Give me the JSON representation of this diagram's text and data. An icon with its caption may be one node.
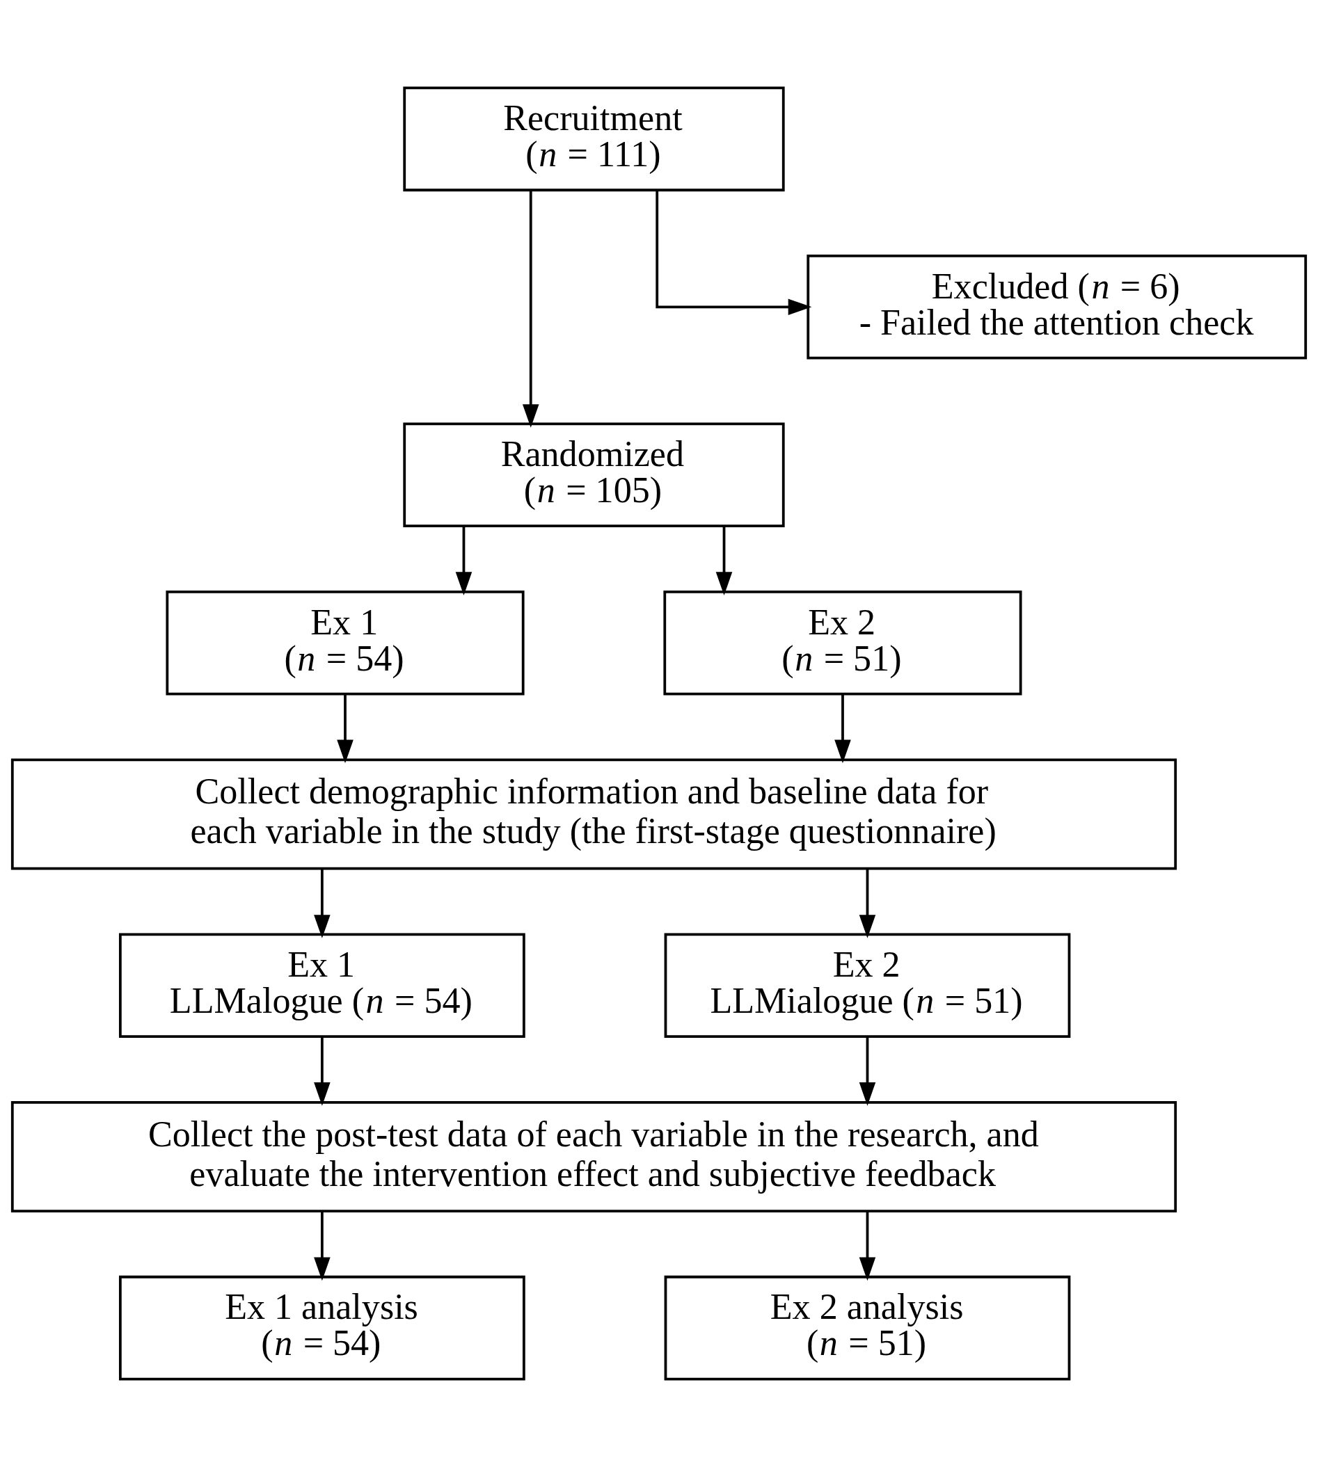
{
  "diagram": {
    "nodes": [
      {
        "text": [
          "Recruitment (*n* = 111)"
        ]
      },
      {
        "text": [
          "Excluded (*n* = 6)",
          "- Failed the attention check"
        ]
      },
      {
        "text": [
          "Randomized (*n* = 105)"
        ]
      },
      {
        "text": [
          "Ex 1 (*n* = 54)"
        ]
      },
      {
        "text": [
          "Ex 2 (*n* = 51)"
        ]
      },
      {
        "text": [
          "Collect demographic information and baseline data for each variable in the study (the first-stage questionnaire)"
        ]
      },
      {
        "text": [
          "Ex 1 LLMalogue (*n* = 54)"
        ]
      },
      {
        "text": [
          "Ex 2 LLMialogue (*n* = 51)"
        ]
      },
      {
        "text": [
          "Collect the post-test data of each variable in the research, and evaluate the intervention effect and subjective feedback"
        ]
      },
      {
        "text": [
          "Ex 1 analysis (*n* = 54)"
        ]
      },
      {
        "text": [
          "Ex 2 analysis (*n* = 51)"
        ]
      }
    ],
    "edges": [
      {
        "from": 0,
        "to": 2,
        "arrow": "to"
      },
      {
        "from": 0,
        "to": 1,
        "arrow": "to"
      },
      {
        "from": 2,
        "to": 3,
        "arrow": "to"
      },
      {
        "from": 2,
        "to": 4,
        "arrow": "to"
      },
      {
        "from": 3,
        "to": 5,
        "arrow": "to"
      },
      {
        "from": 4,
        "to": 5,
        "arrow": "to"
      },
      {
        "from": 5,
        "to": 6,
        "arrow": "to"
      },
      {
        "from": 5,
        "to": 7,
        "arrow": "to"
      },
      {
        "from": 6,
        "to": 8,
        "arrow": "to"
      },
      {
        "from": 7,
        "to": 8,
        "arrow": "to"
      },
      {
        "from": 8,
        "to": 9,
        "arrow": "to"
      },
      {
        "from": 8,
        "to": 10,
        "arrow": "to"
      }
    ]
  }
}
